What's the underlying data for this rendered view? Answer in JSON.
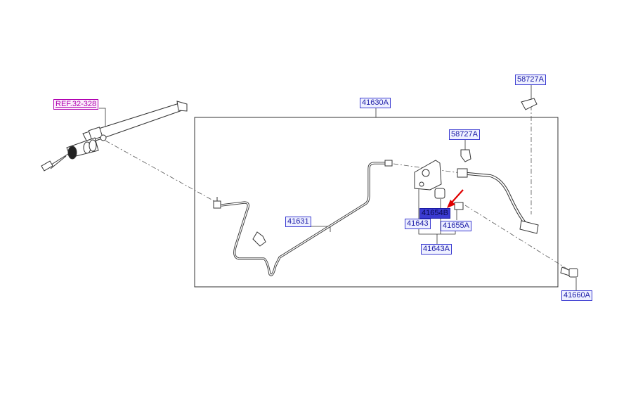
{
  "diagram": {
    "labels": {
      "ref_32_328": "REF.32-328",
      "p41630A": "41630A",
      "p58727A_top": "58727A",
      "p58727A_mid": "58727A",
      "p41631": "41631",
      "p41654B": "41654B",
      "p41643": "41643",
      "p41655A": "41655A",
      "p41643A": "41643A",
      "p41660A": "41660A"
    },
    "colors": {
      "line": "#333333",
      "label_text": "#1a1aa6",
      "label_border": "#3b3bd1",
      "ref_text": "#b000b0",
      "highlight_bg": "#3b3bd1",
      "arrow": "#e00000"
    },
    "selected_part": "41654B"
  }
}
